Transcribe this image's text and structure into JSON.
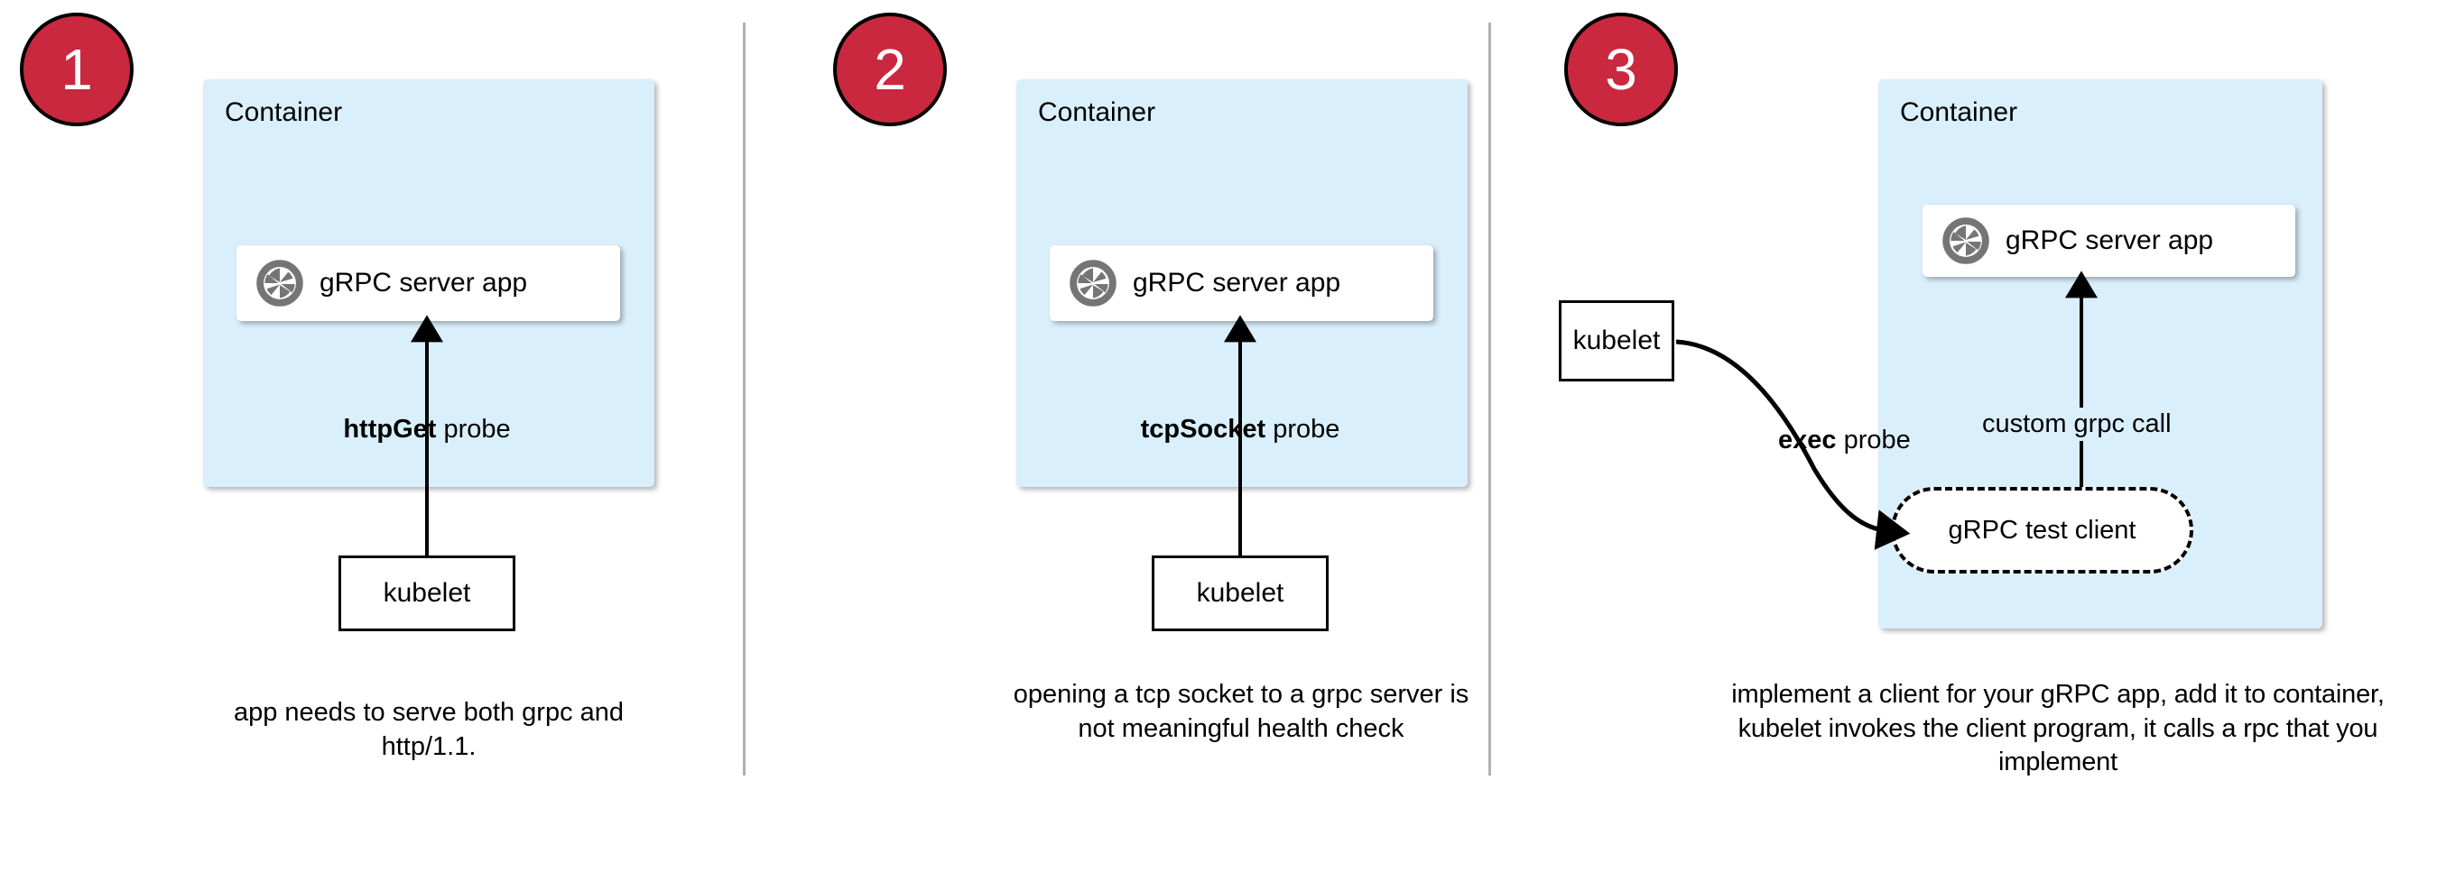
{
  "panels": [
    {
      "badge": "1",
      "container_label": "Container",
      "app_label": "gRPC server app",
      "app_icon": "grpc-aperture-icon",
      "probe_label_bold": "httpGet",
      "probe_label_rest": " probe",
      "kubelet_label": "kubelet",
      "caption": "app needs to serve both grpc and http/1.1."
    },
    {
      "badge": "2",
      "container_label": "Container",
      "app_label": "gRPC server app",
      "app_icon": "grpc-aperture-icon",
      "probe_label_bold": "tcpSocket",
      "probe_label_rest": " probe",
      "kubelet_label": "kubelet",
      "caption": "opening a tcp socket to a grpc server is not meaningful health check"
    },
    {
      "badge": "3",
      "container_label": "Container",
      "app_label": "gRPC server app",
      "app_icon": "grpc-aperture-icon",
      "probe_label_bold": "exec",
      "probe_label_rest": " probe",
      "kubelet_label": "kubelet",
      "test_client_label": "gRPC test client",
      "call_label": "custom grpc call",
      "caption": "implement a client for your gRPC app, add it to container, kubelet invokes the client program, it calls a rpc that you implement"
    }
  ],
  "colors": {
    "badge_fill": "#c9283e",
    "badge_text": "#ffffff",
    "container_fill": "#daeffc",
    "icon_gray": "#757575",
    "divider": "#b0b0b0",
    "stroke": "#000000"
  }
}
